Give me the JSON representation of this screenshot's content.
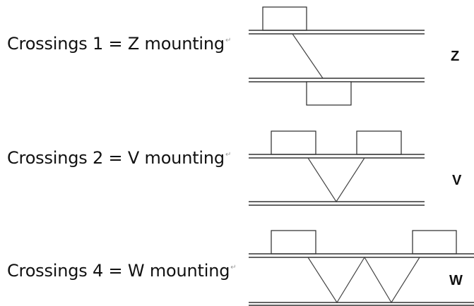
{
  "rows": [
    {
      "label": "Crossings 1 = Z mounting",
      "return_mark": "↵",
      "mode": "Z"
    },
    {
      "label": "Crossings 2 = V mounting",
      "return_mark": "↵",
      "mode": "V"
    },
    {
      "label": "Crossings 4 = W mounting",
      "return_mark": "↵",
      "mode": "W"
    }
  ]
}
